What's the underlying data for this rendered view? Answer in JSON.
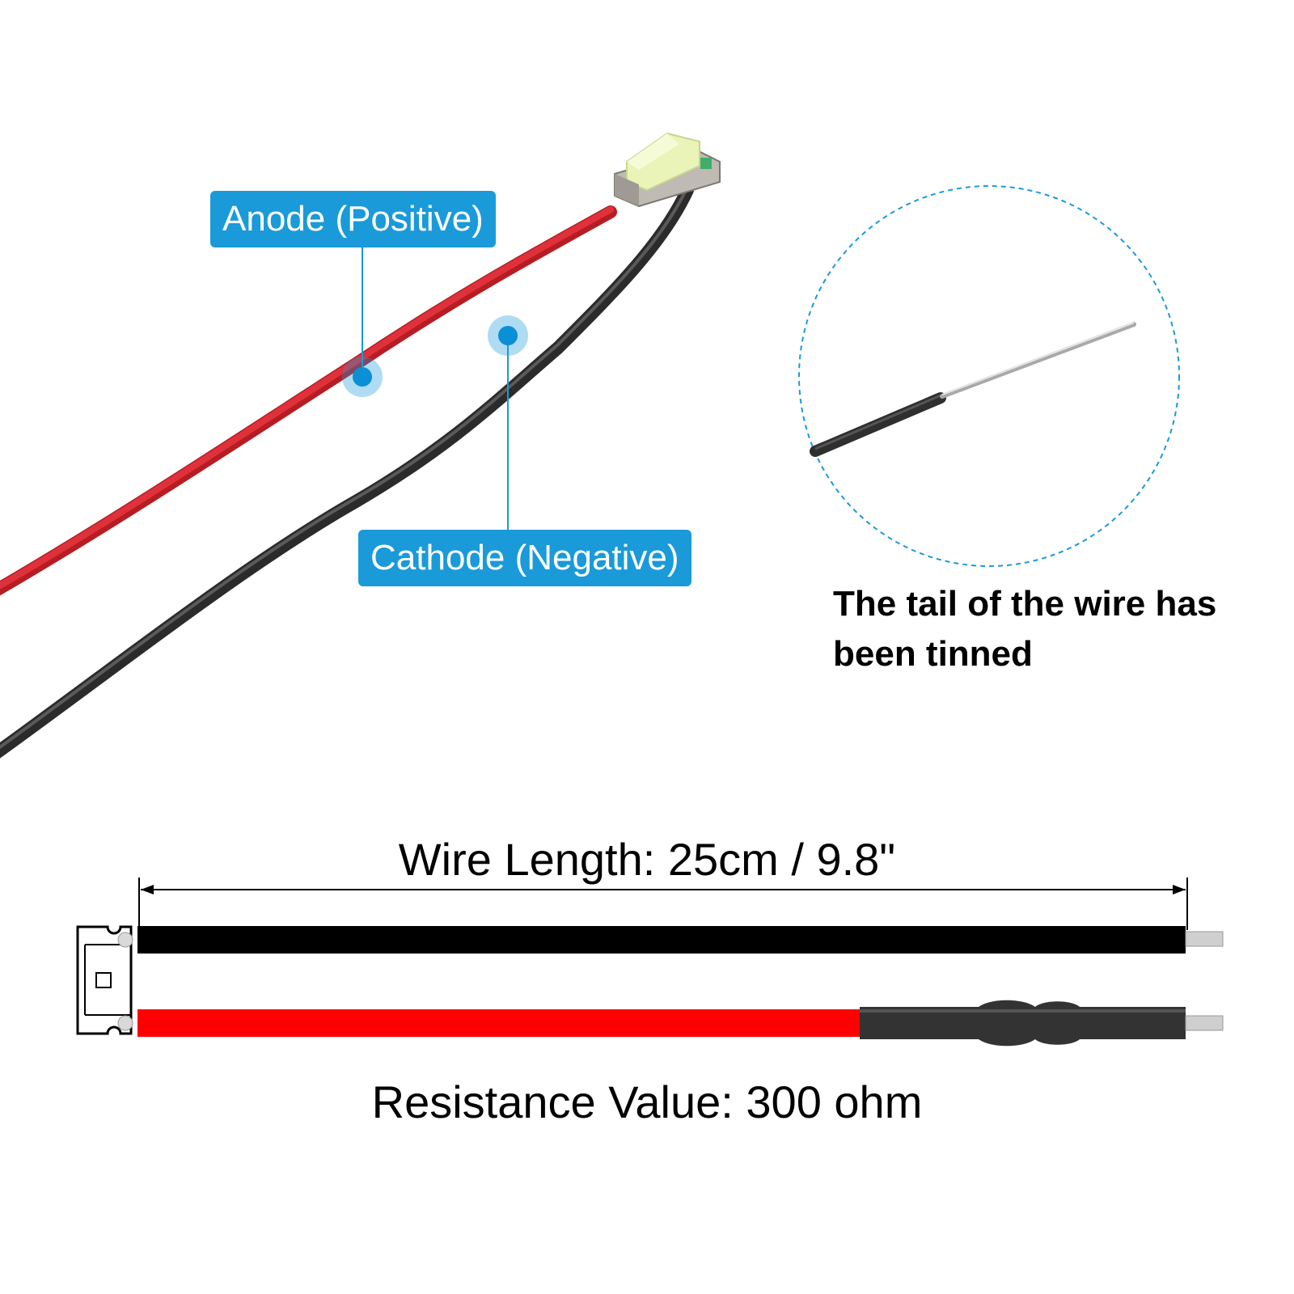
{
  "labels": {
    "anode": "Anode (Positive)",
    "cathode": "Cathode (Negative)"
  },
  "detail": {
    "caption": "The tail of the wire has been tinned"
  },
  "diagram": {
    "wire_length": "Wire Length: 25cm / 9.8\"",
    "resistance": "Resistance Value: 300 ohm"
  },
  "colors": {
    "accent_blue": "#1a9ad9",
    "wire_red": "#d2232a",
    "wire_black": "#2a2a2a",
    "diagram_red": "#ff0000",
    "diagram_black": "#000000"
  }
}
